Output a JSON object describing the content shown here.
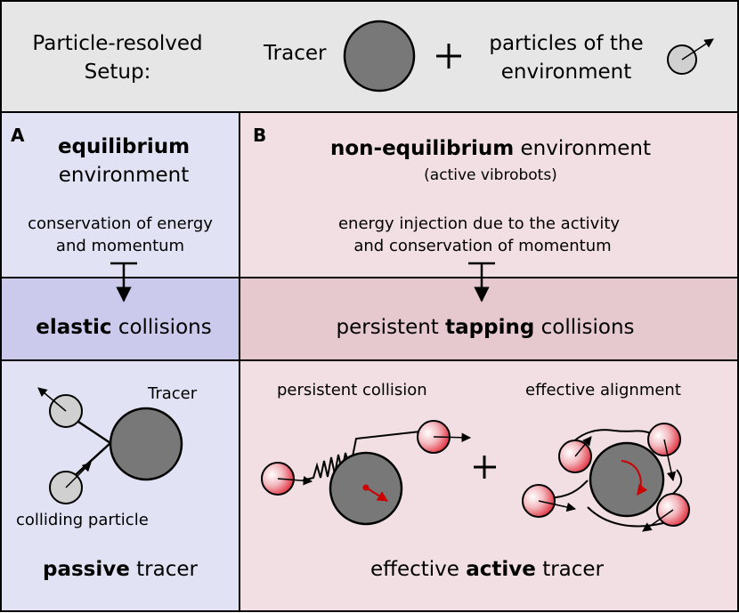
{
  "header": {
    "setup_label_line1": "Particle-resolved",
    "setup_label_line2": "Setup:",
    "tracer_label": "Tracer",
    "plus": "+",
    "env_label_line1": "particles of the",
    "env_label_line2": "environment"
  },
  "panel_a": {
    "letter": "A",
    "title_bold": "equilibrium",
    "title_rest": "environment",
    "conservation_line1": "conservation of energy",
    "conservation_line2": "and momentum",
    "collision_bold": "elastic",
    "collision_rest": "collisions",
    "tracer_label": "Tracer",
    "colliding_label": "colliding particle",
    "result_bold": "passive",
    "result_rest": "tracer"
  },
  "panel_b": {
    "letter": "B",
    "title_bold": "non-equilibrium",
    "title_rest": "environment",
    "subtitle": "(active vibrobots)",
    "energy_line1": "energy injection due to the activity",
    "energy_line2": "and conservation of momentum",
    "collision_pre": "persistent",
    "collision_bold": "tapping",
    "collision_post": "collisions",
    "persistent_label": "persistent collision",
    "alignment_label": "effective alignment",
    "plus": "+",
    "result_pre": "effective",
    "result_bold": "active",
    "result_post": "tracer"
  },
  "colors": {
    "header_bg": "#e6e6e6",
    "panel_a_bg": "#e1e2f4",
    "panel_a_band": "#cbcaec",
    "panel_b_bg": "#f1dfe3",
    "panel_b_band": "#e6c8cf",
    "tracer_fill": "#787878",
    "env_particle_fill": "#d0d0d0",
    "active_particle": "#e02030",
    "spin_arrow": "#cc0000"
  }
}
